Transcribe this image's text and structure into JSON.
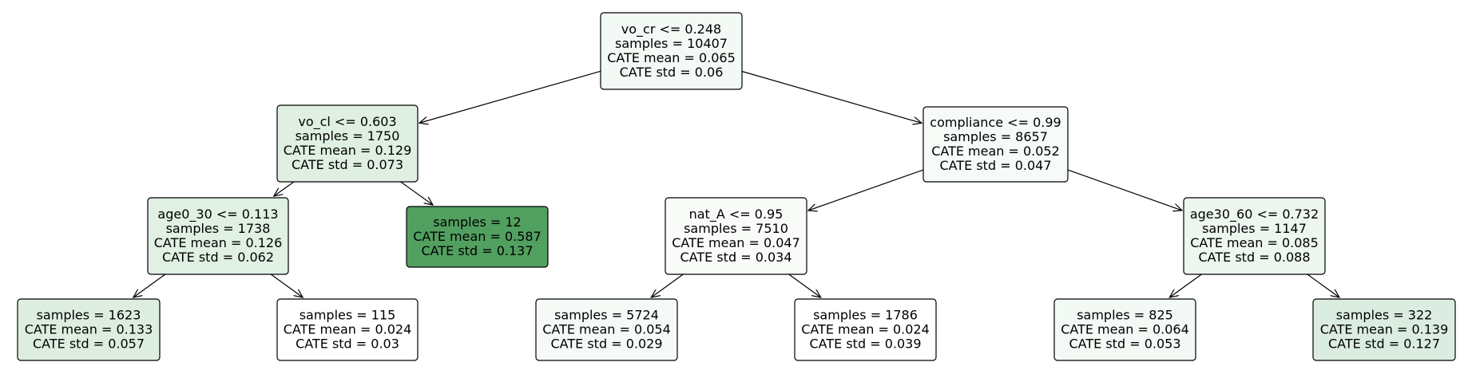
{
  "tree": {
    "nodes": [
      {
        "id": "n0",
        "lines": [
          "vo_cr <= 0.248",
          "samples = 10407",
          "CATE mean = 0.065",
          "CATE std = 0.06"
        ],
        "fill": "#f3f9f4"
      },
      {
        "id": "n1",
        "lines": [
          "vo_cl <= 0.603",
          "samples = 1750",
          "CATE mean = 0.129",
          "CATE std = 0.073"
        ],
        "fill": "#dfefe2"
      },
      {
        "id": "n2",
        "lines": [
          "age0_30 <= 0.113",
          "samples = 1738",
          "CATE mean = 0.126",
          "CATE std = 0.062"
        ],
        "fill": "#e0f0e3"
      },
      {
        "id": "n3",
        "lines": [
          "samples = 1623",
          "CATE mean = 0.133",
          "CATE std = 0.057"
        ],
        "fill": "#ddeee0"
      },
      {
        "id": "n4",
        "lines": [
          "samples = 115",
          "CATE mean = 0.024",
          "CATE std = 0.03"
        ],
        "fill": "#ffffff"
      },
      {
        "id": "n5",
        "lines": [
          "samples = 12",
          "CATE mean = 0.587",
          "CATE std = 0.137"
        ],
        "fill": "#52a060"
      },
      {
        "id": "n6",
        "lines": [
          "compliance <= 0.99",
          "samples = 8657",
          "CATE mean = 0.052",
          "CATE std = 0.047"
        ],
        "fill": "#f6fbf7"
      },
      {
        "id": "n7",
        "lines": [
          "nat_A <= 0.95",
          "samples = 7510",
          "CATE mean = 0.047",
          "CATE std = 0.034"
        ],
        "fill": "#f8fbf8"
      },
      {
        "id": "n8",
        "lines": [
          "samples = 5724",
          "CATE mean = 0.054",
          "CATE std = 0.029"
        ],
        "fill": "#f5faf6"
      },
      {
        "id": "n9",
        "lines": [
          "samples = 1786",
          "CATE mean = 0.024",
          "CATE std = 0.039"
        ],
        "fill": "#ffffff"
      },
      {
        "id": "n10",
        "lines": [
          "age30_60 <= 0.732",
          "samples = 1147",
          "CATE mean = 0.085",
          "CATE std = 0.088"
        ],
        "fill": "#edf6ef"
      },
      {
        "id": "n11",
        "lines": [
          "samples = 825",
          "CATE mean = 0.064",
          "CATE std = 0.053"
        ],
        "fill": "#f3f9f4"
      },
      {
        "id": "n12",
        "lines": [
          "samples = 322",
          "CATE mean = 0.139",
          "CATE std = 0.127"
        ],
        "fill": "#dbede0"
      }
    ],
    "edges": [
      [
        "n0",
        "n1"
      ],
      [
        "n0",
        "n6"
      ],
      [
        "n1",
        "n2"
      ],
      [
        "n1",
        "n5"
      ],
      [
        "n2",
        "n3"
      ],
      [
        "n2",
        "n4"
      ],
      [
        "n6",
        "n7"
      ],
      [
        "n6",
        "n10"
      ],
      [
        "n7",
        "n8"
      ],
      [
        "n7",
        "n9"
      ],
      [
        "n10",
        "n11"
      ],
      [
        "n10",
        "n12"
      ]
    ],
    "edge_color": "#000000"
  }
}
